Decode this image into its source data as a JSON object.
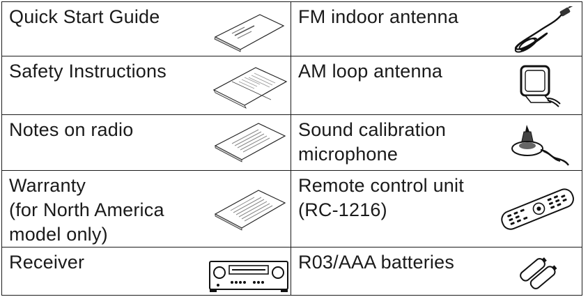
{
  "items": [
    {
      "label": "Quick Start Guide",
      "icon": "folded-guide-icon"
    },
    {
      "label": "FM indoor antenna",
      "icon": "fm-antenna-cable-icon"
    },
    {
      "label": "Safety Instructions",
      "icon": "booklet-icon"
    },
    {
      "label": "AM loop antenna",
      "icon": "am-loop-antenna-icon"
    },
    {
      "label": "Notes on radio",
      "icon": "sheet-icon"
    },
    {
      "label": "Sound calibration\nmicrophone",
      "icon": "microphone-icon"
    },
    {
      "label": "Warranty\n(for North America\nmodel only)",
      "icon": "warranty-sheet-icon"
    },
    {
      "label": "Remote control unit\n(RC-1216)",
      "icon": "remote-control-icon"
    },
    {
      "label": "Receiver",
      "icon": "receiver-icon"
    },
    {
      "label": "R03/AAA batteries",
      "icon": "batteries-icon"
    }
  ]
}
